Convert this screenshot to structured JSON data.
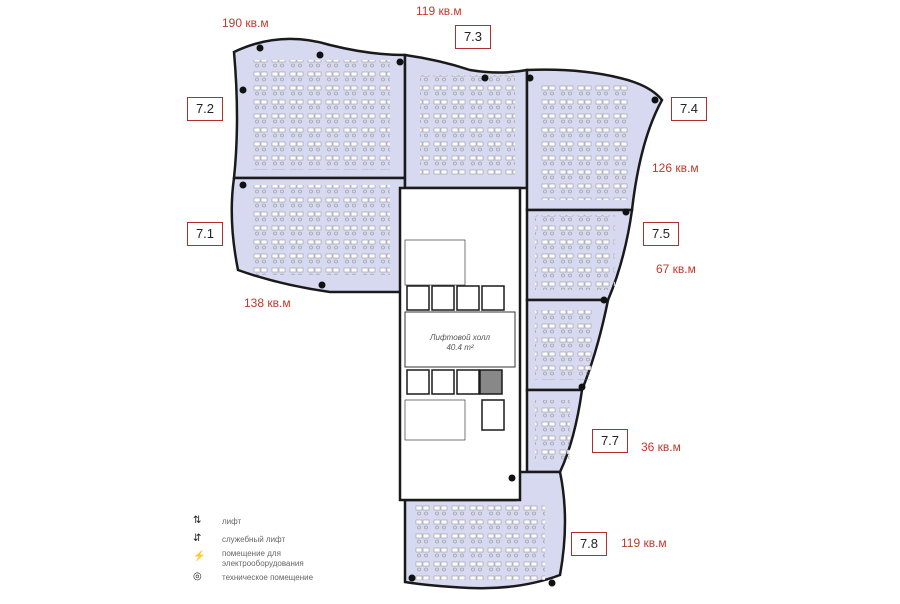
{
  "units": [
    {
      "id": "7.1",
      "area": "138 кв.м"
    },
    {
      "id": "7.2",
      "area": "190 кв.м"
    },
    {
      "id": "7.3",
      "area": "119 кв.м"
    },
    {
      "id": "7.4",
      "area": "126 кв.м"
    },
    {
      "id": "7.5",
      "area": "67 кв.м"
    },
    {
      "id": "7.7",
      "area": "36 кв.м"
    },
    {
      "id": "7.8",
      "area": "119 кв.м"
    }
  ],
  "lobby": {
    "name": "Лифтовой холл",
    "area": "40.4 m²"
  },
  "legend": [
    {
      "icon": "elevator-icon",
      "glyph": "⇅",
      "label": "лифт"
    },
    {
      "icon": "service-elevator-icon",
      "glyph": "⇵",
      "label": "служебный лифт"
    },
    {
      "icon": "lightning-icon",
      "glyph": "⚡",
      "label": "помещение для электрооборудования"
    },
    {
      "icon": "technical-room-icon",
      "glyph": "◎",
      "label": "техническое помещение"
    }
  ],
  "colors": {
    "floor": "#d6d9ef",
    "wall": "#1a1a1a",
    "label_border": "#b03030",
    "area_text": "#c0392b"
  }
}
